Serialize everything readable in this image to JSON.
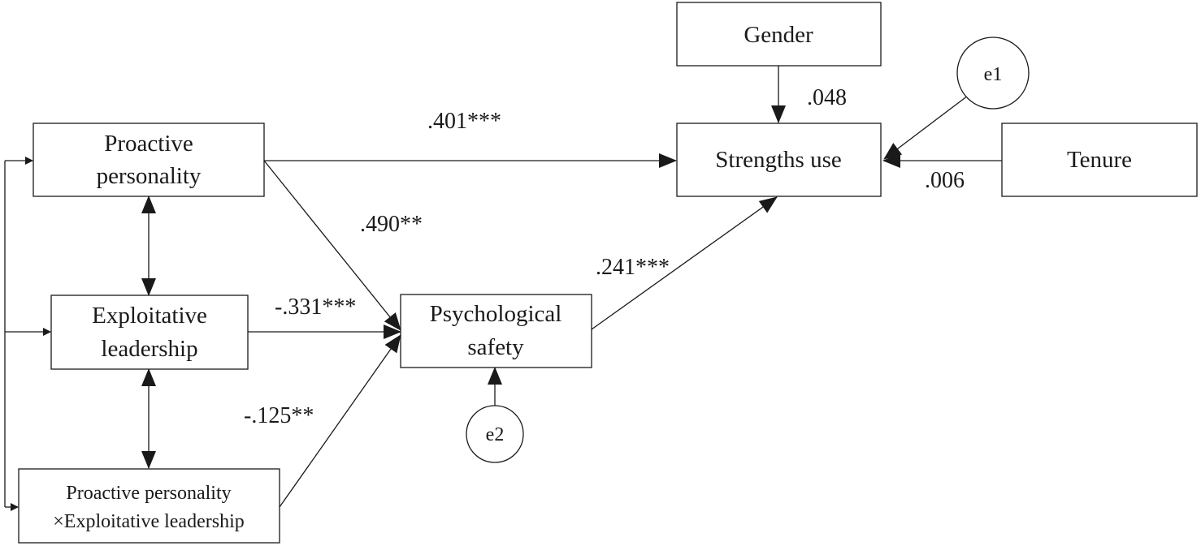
{
  "nodes": {
    "gender": "Gender",
    "e1": "e1",
    "proactive_1": "Proactive",
    "proactive_2": "personality",
    "strengths_use": "Strengths use",
    "tenure": "Tenure",
    "exploitative_1": "Exploitative",
    "exploitative_2": "leadership",
    "psych_1": "Psychological",
    "psych_2": "safety",
    "e2": "e2",
    "interaction_1": "Proactive personality",
    "interaction_2": "×Exploitative leadership"
  },
  "coefficients": {
    "proactive_to_strengths": ".401***",
    "gender_to_strengths": ".048",
    "tenure_to_strengths": ".006",
    "proactive_to_psych": ".490**",
    "exploitative_to_psych": "-.331***",
    "psych_to_strengths": ".241***",
    "interaction_to_psych": "-.125**"
  }
}
